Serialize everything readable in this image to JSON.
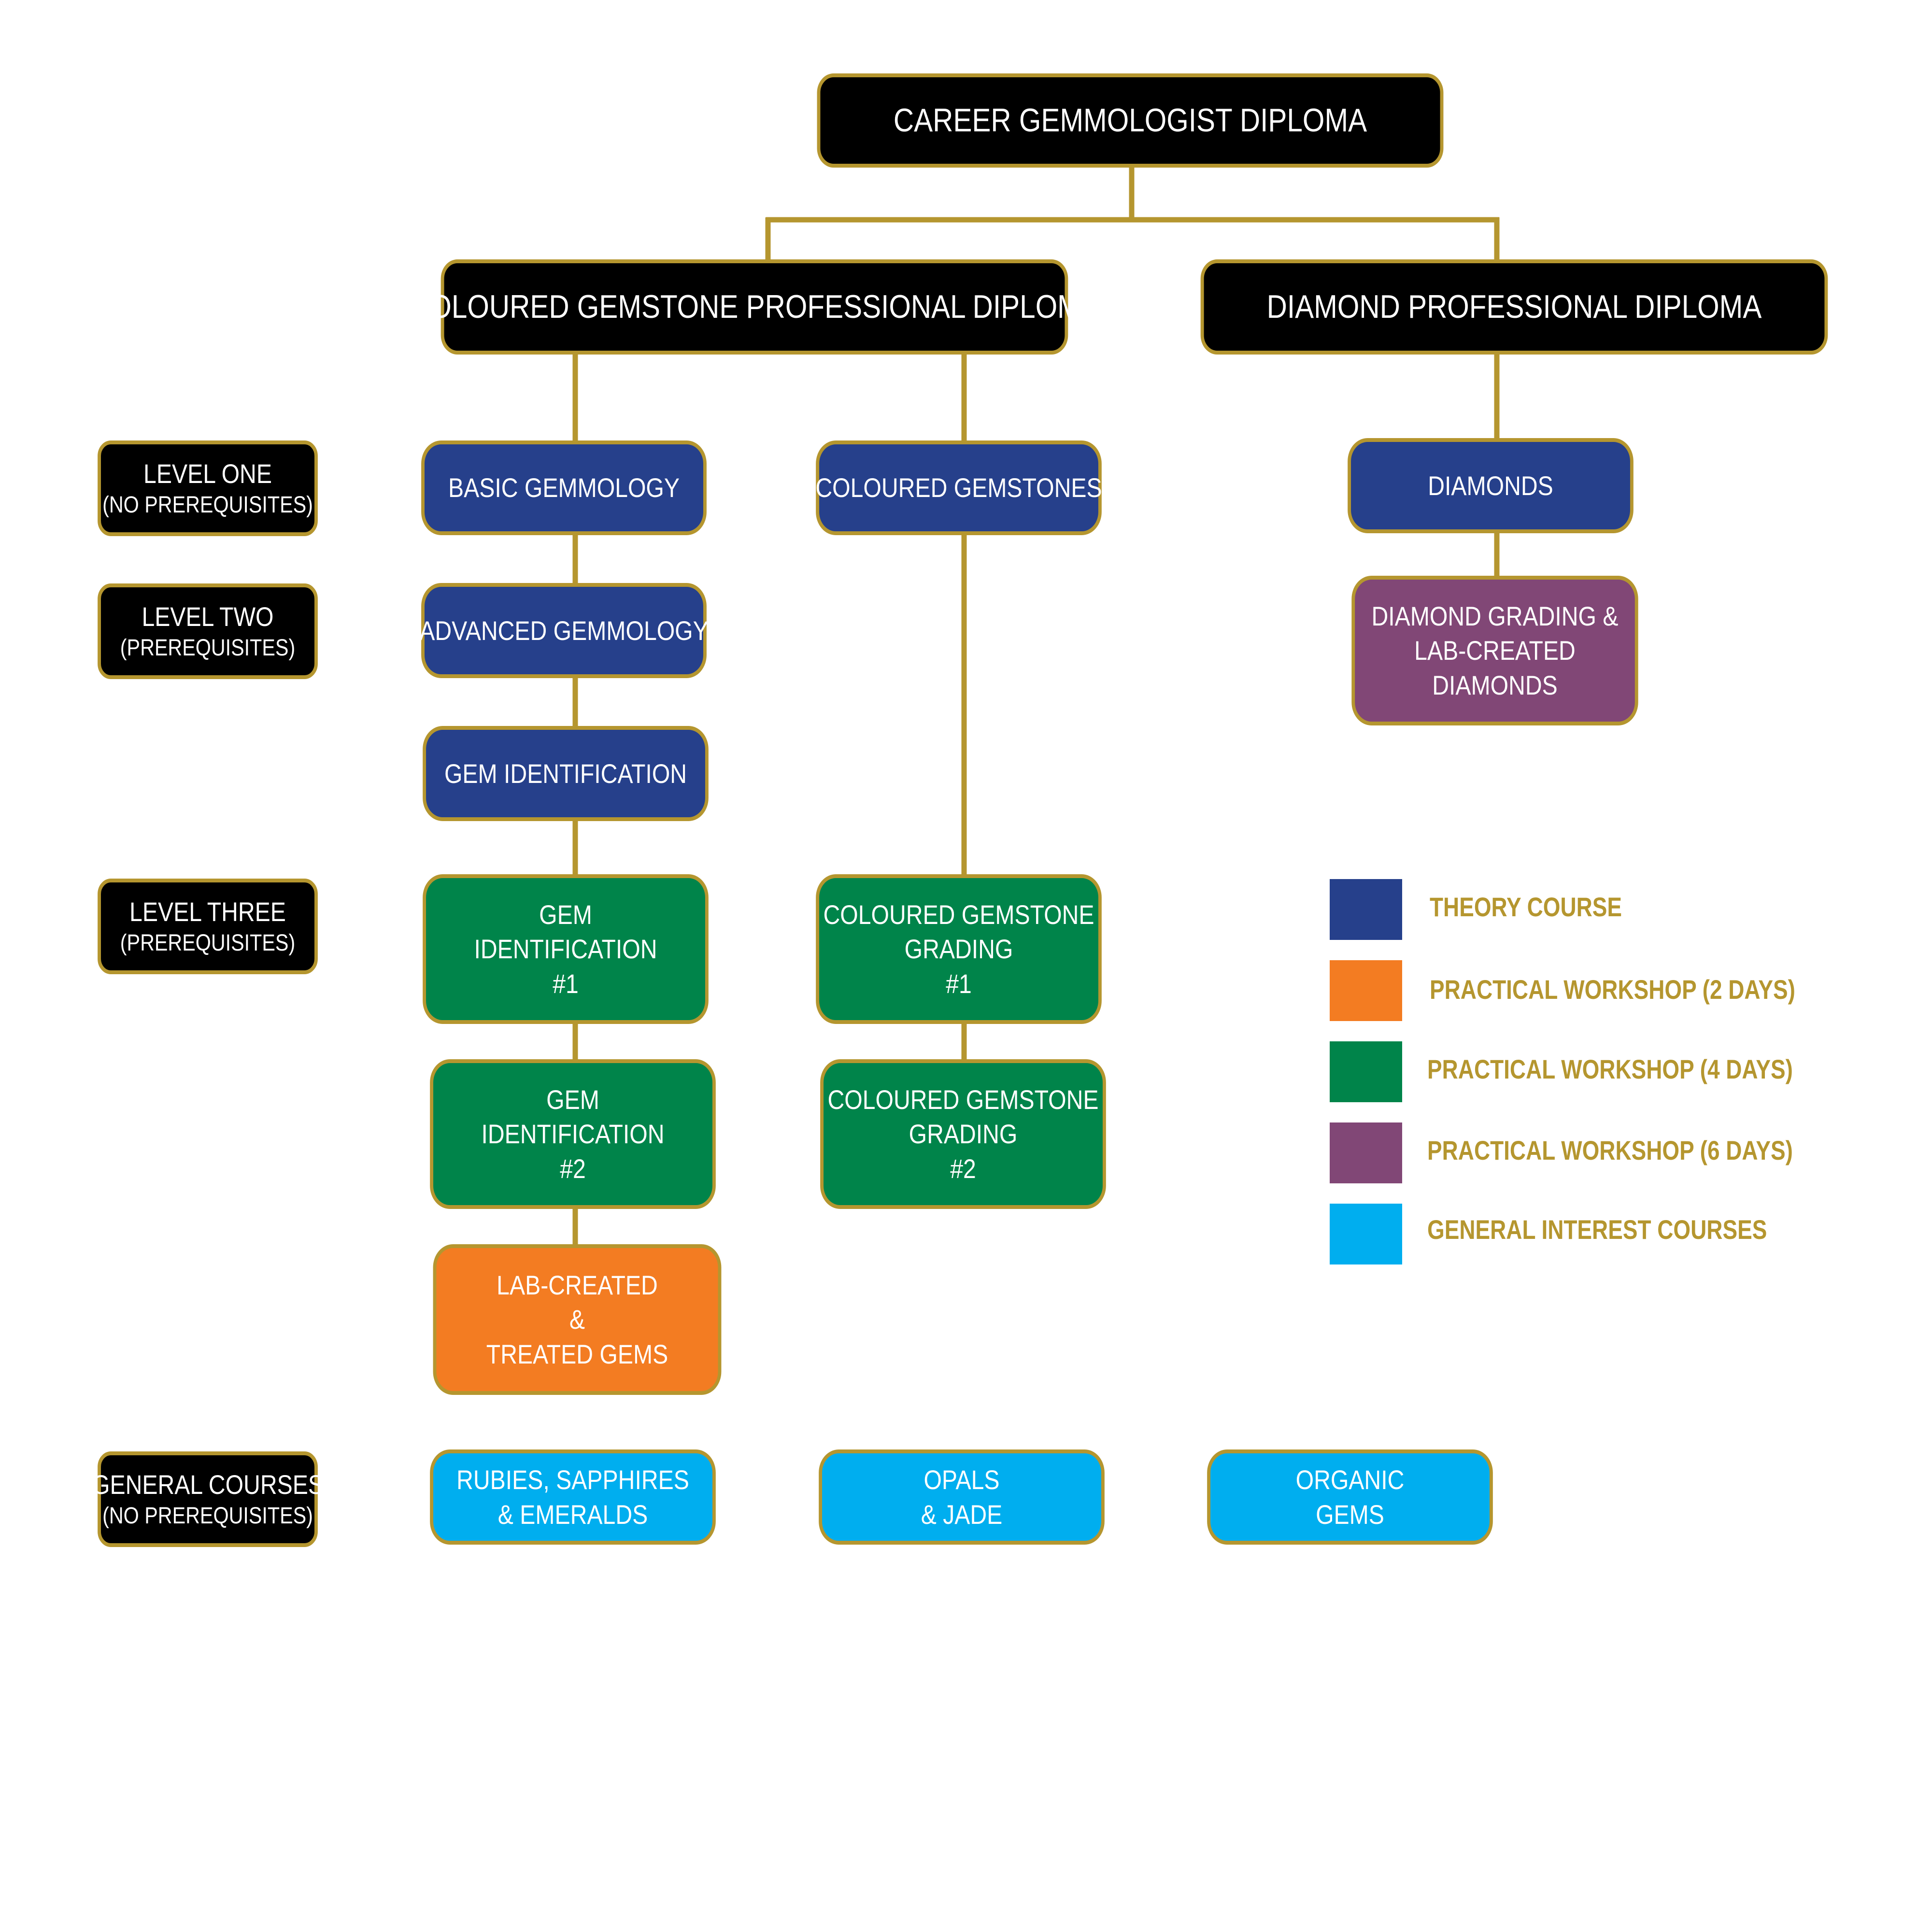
{
  "diplomas": {
    "career": "CAREER GEMMOLOGIST DIPLOMA",
    "coloured": "COLOURED GEMSTONE PROFESSIONAL DIPLOMA",
    "diamond": "DIAMOND PROFESSIONAL DIPLOMA"
  },
  "levels": [
    {
      "title": "LEVEL ONE",
      "note": "(NO PREREQUISITES)"
    },
    {
      "title": "LEVEL TWO",
      "note": "(PREREQUISITES)"
    },
    {
      "title": "LEVEL THREE",
      "note": "(PREREQUISITES)"
    },
    {
      "title": "GENERAL COURSES",
      "note": "(NO PREREQUISITES)"
    }
  ],
  "courses": {
    "basic_gemmology": [
      "BASIC GEMMOLOGY"
    ],
    "advanced_gemmology": [
      "ADVANCED GEMMOLOGY"
    ],
    "gem_identification": [
      "GEM IDENTIFICATION"
    ],
    "gem_id_1": [
      "GEM",
      "IDENTIFICATION",
      "#1"
    ],
    "gem_id_2": [
      "GEM",
      "IDENTIFICATION",
      "#2"
    ],
    "lab_treated": [
      "LAB-CREATED",
      "&",
      "TREATED GEMS"
    ],
    "coloured_gemstones": [
      "COLOURED GEMSTONES"
    ],
    "cg_grading_1": [
      "COLOURED GEMSTONE",
      "GRADING",
      "#1"
    ],
    "cg_grading_2": [
      "COLOURED GEMSTONE",
      "GRADING",
      "#2"
    ],
    "diamonds": [
      "DIAMONDS"
    ],
    "diamond_grading": [
      "DIAMOND GRADING &",
      "LAB-CREATED",
      "DIAMONDS"
    ],
    "rubies": [
      "RUBIES, SAPPHIRES",
      "& EMERALDS"
    ],
    "opals": [
      "OPALS",
      "& JADE"
    ],
    "organic": [
      "ORGANIC",
      "GEMS"
    ]
  },
  "legend": [
    {
      "label": "THEORY COURSE",
      "color": "#26408b"
    },
    {
      "label": "PRACTICAL WORKSHOP (2 DAYS)",
      "color": "#f37c22"
    },
    {
      "label": "PRACTICAL WORKSHOP (4 DAYS)",
      "color": "#00844a"
    },
    {
      "label": "PRACTICAL WORKSHOP (6 DAYS)",
      "color": "#814776"
    },
    {
      "label": "GENERAL INTEREST COURSES",
      "color": "#00aeef"
    }
  ],
  "colors": {
    "connector": "#b5962f",
    "diploma_fill": "#000000",
    "theory": "#26408b",
    "workshop_2": "#f37c22",
    "workshop_4": "#00844a",
    "workshop_6": "#814776",
    "general": "#00aeef"
  }
}
